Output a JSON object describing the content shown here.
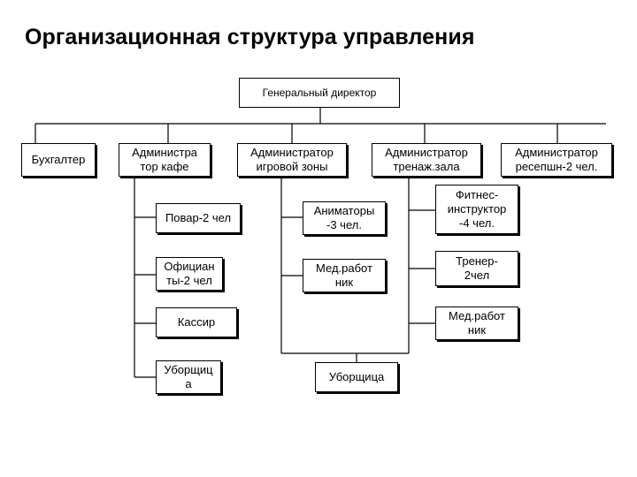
{
  "title": "Организационная структура управления",
  "nodes": {
    "director": "Генеральный директор",
    "accountant": "Бухгалтер",
    "admin_cafe": "Администра\nтор кафе",
    "admin_game": "Администратор\nигровой зоны",
    "admin_gym": "Администратор\nтренаж.зала",
    "admin_reception": "Администратор\nресепшн-2 чел.",
    "cook": "Повар-2 чел",
    "waiters": "Официан\nты-2 чел",
    "cashier": "Кассир",
    "cleaner_cafe": "Уборщиц\nа",
    "animators": "Аниматоры\n-3 чел.",
    "medic_game": "Мед.работ\nник",
    "cleaner_game": "Уборщица",
    "fitness": "Фитнес-\nинструктор\n-4 чел.",
    "trainer": "Тренер-\n2чел",
    "medic_gym": "Мед.работ\nник"
  }
}
